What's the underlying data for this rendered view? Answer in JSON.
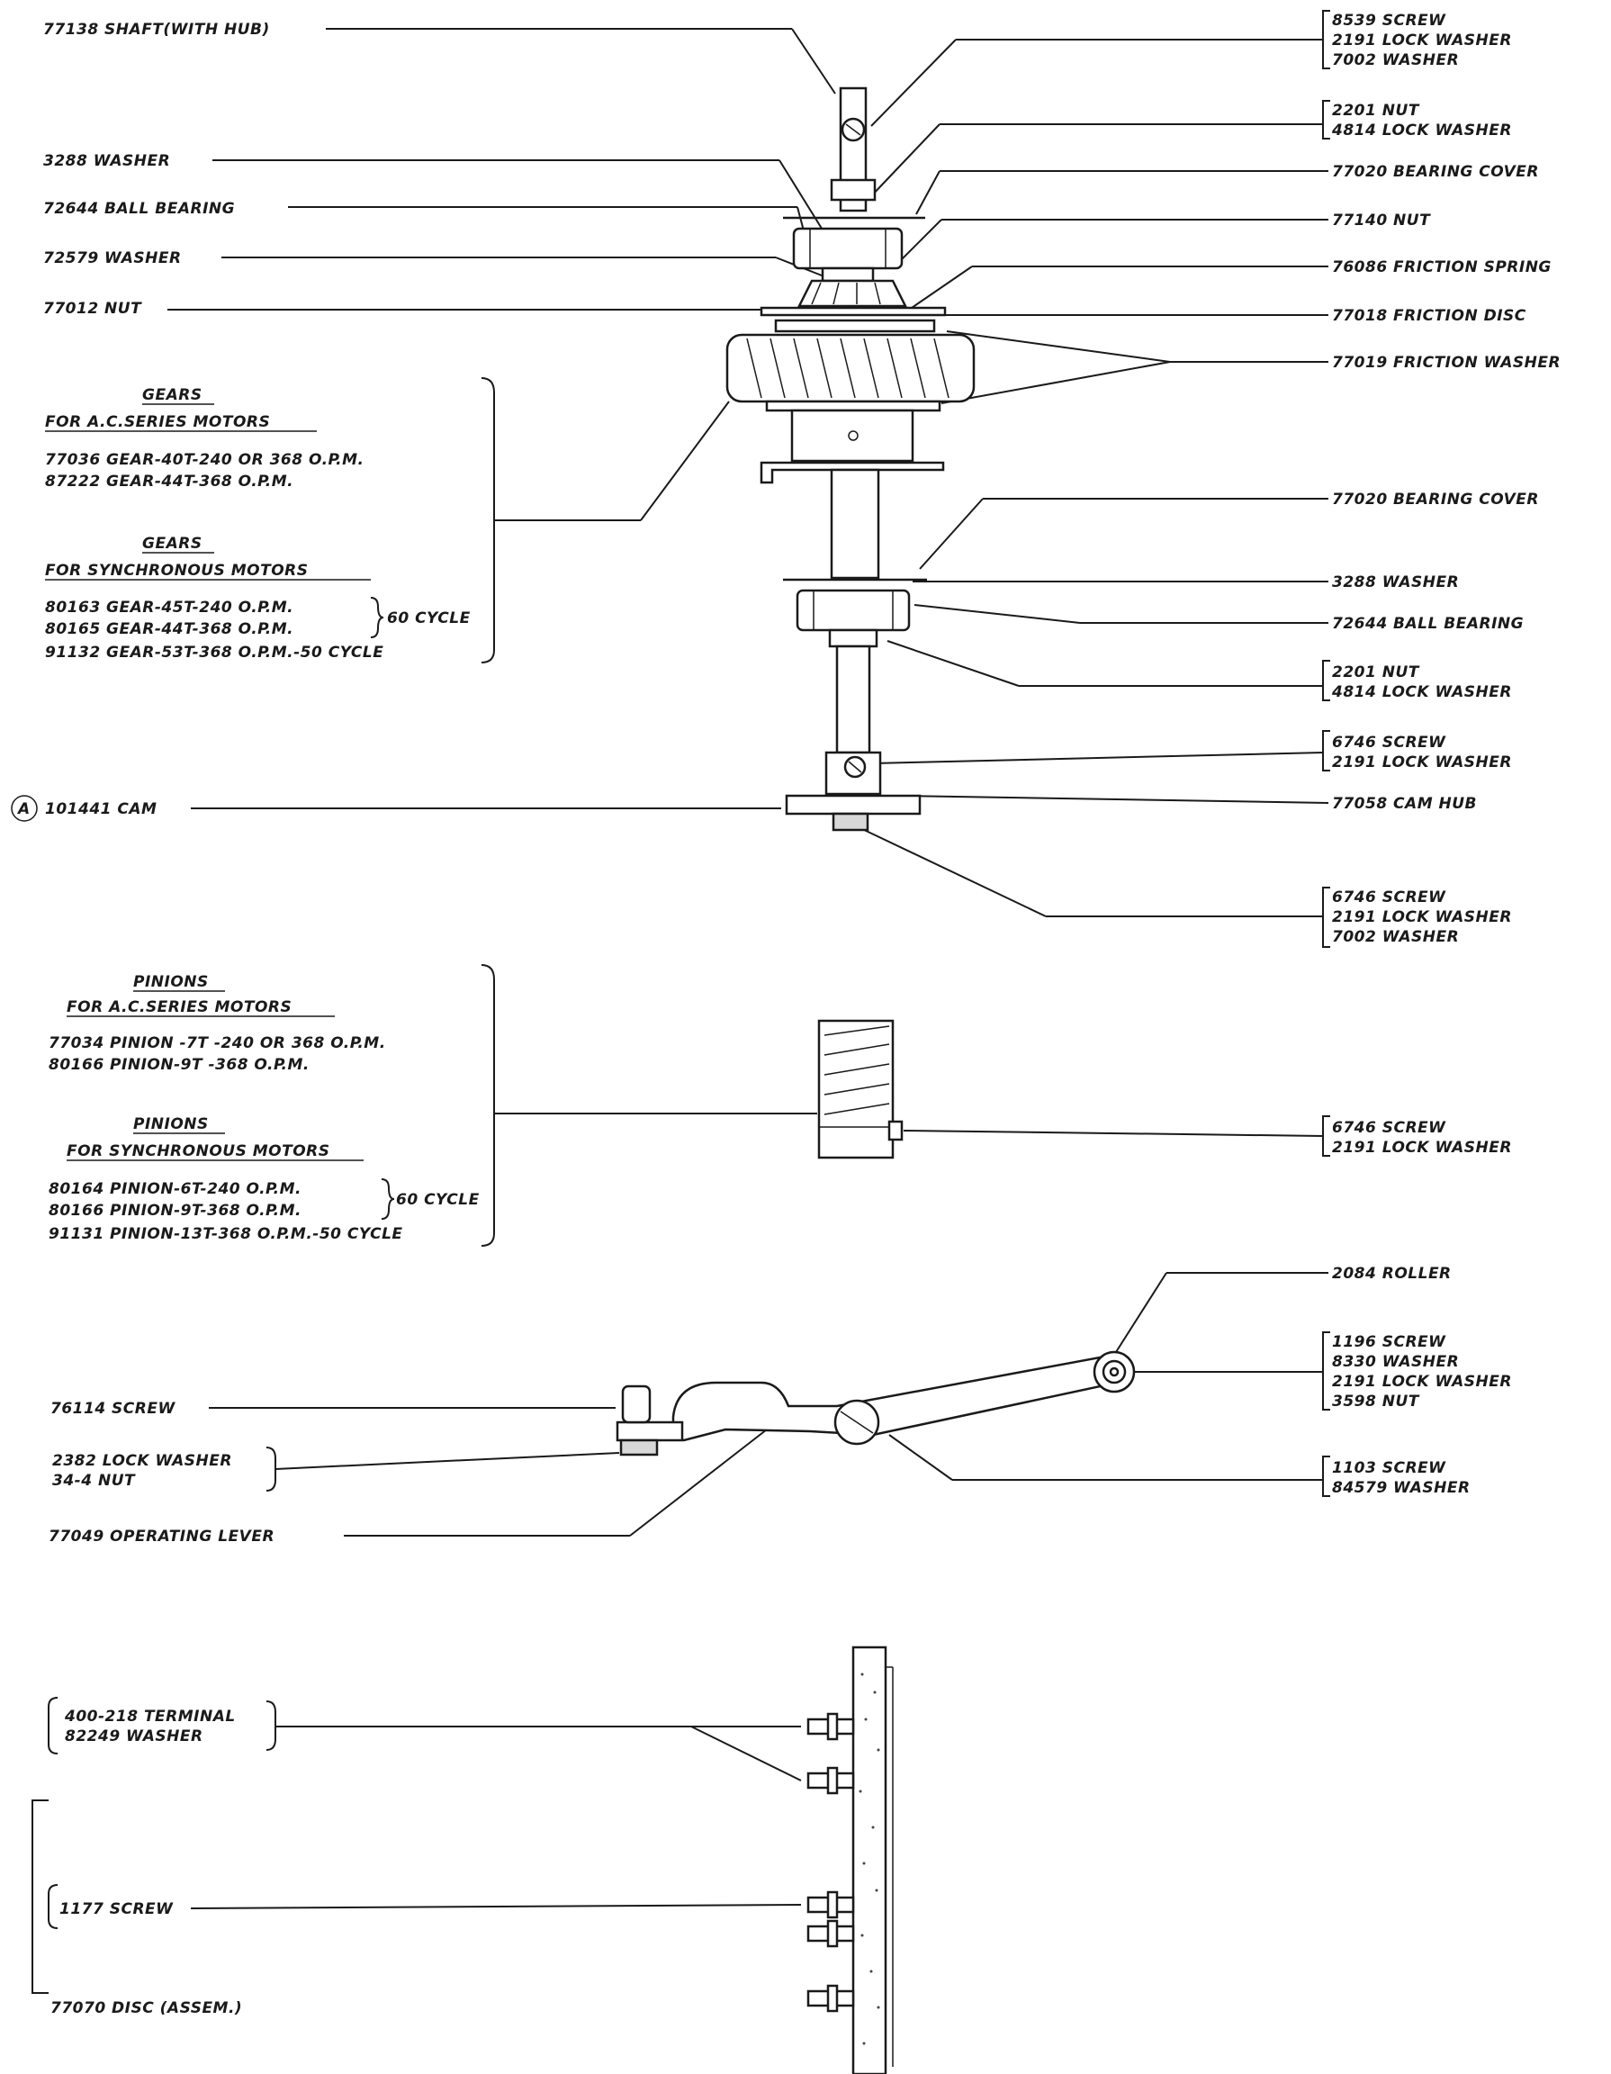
{
  "left": {
    "shaft": "77138 SHAFT(WITH HUB)",
    "washer_3288": "3288 WASHER",
    "ball_bearing": "72644 BALL BEARING",
    "washer_72579": "72579 WASHER",
    "nut_77012": "77012 NUT",
    "cam_marker": "A",
    "cam": "101441 CAM",
    "screw_76114": "76114 SCREW",
    "lockwasher_nut": [
      "2382 LOCK WASHER",
      "34-4 NUT"
    ],
    "lever": "77049 OPERATING LEVER",
    "terminal": [
      "400-218 TERMINAL",
      "82249 WASHER"
    ],
    "screw_1177": "1177 SCREW",
    "disc": "77070 DISC (ASSEM.)"
  },
  "gears": {
    "ac_title": "GEARS",
    "ac_sub": "FOR A.C.SERIES MOTORS",
    "ac_items": [
      "77036 GEAR-40T-240 OR 368 O.P.M.",
      "87222 GEAR-44T-368 O.P.M."
    ],
    "sync_title": "GEARS",
    "sync_sub": "FOR SYNCHRONOUS MOTORS",
    "sync_items": [
      "80163 GEAR-45T-240 O.P.M.",
      "80165 GEAR-44T-368 O.P.M.",
      "91132 GEAR-53T-368 O.P.M.-50 CYCLE"
    ],
    "cycle": "60 CYCLE"
  },
  "pinions": {
    "ac_title": "PINIONS",
    "ac_sub": "FOR A.C.SERIES MOTORS",
    "ac_items": [
      "77034 PINION -7T -240 OR 368 O.P.M.",
      "80166 PINION-9T -368 O.P.M."
    ],
    "sync_title": "PINIONS",
    "sync_sub": "FOR SYNCHRONOUS MOTORS",
    "sync_items": [
      "80164 PINION-6T-240 O.P.M.",
      "80166 PINION-9T-368 O.P.M.",
      "91131 PINION-13T-368 O.P.M.-50 CYCLE"
    ],
    "cycle": "60 CYCLE"
  },
  "right": {
    "top_group": [
      "8539 SCREW",
      "2191 LOCK WASHER",
      "7002 WASHER"
    ],
    "nut_group_1": [
      "2201 NUT",
      "4814 LOCK WASHER"
    ],
    "bearing_cover_1": "77020 BEARING COVER",
    "nut_77140": "77140 NUT",
    "friction_spring": "76086 FRICTION SPRING",
    "friction_disc": "77018 FRICTION DISC",
    "friction_washer": "77019 FRICTION WASHER",
    "bearing_cover_2": "77020 BEARING COVER",
    "washer_3288": "3288 WASHER",
    "ball_bearing": "72644 BALL BEARING",
    "nut_group_2": [
      "2201 NUT",
      "4814 LOCK WASHER"
    ],
    "screw_group_1": [
      "6746 SCREW",
      "2191 LOCK WASHER"
    ],
    "cam_hub": "77058 CAM HUB",
    "screw_group_2": [
      "6746 SCREW",
      "2191 LOCK WASHER",
      "7002 WASHER"
    ],
    "pinion_screw": [
      "6746 SCREW",
      "2191 LOCK WASHER"
    ],
    "roller": "2084 ROLLER",
    "roller_group": [
      "1196 SCREW",
      "8330 WASHER",
      "2191 LOCK WASHER",
      "3598 NUT"
    ],
    "lever_screw": [
      "1103 SCREW",
      "84579 WASHER"
    ]
  }
}
